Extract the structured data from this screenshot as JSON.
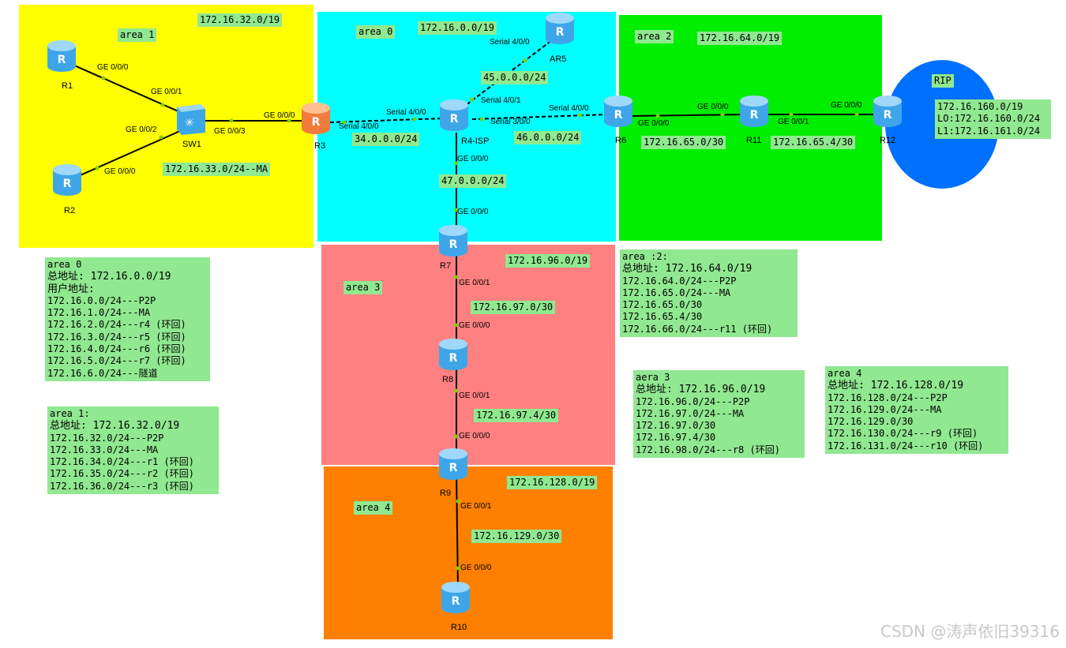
{
  "areas": {
    "area1": {
      "label": "area 1",
      "net": "172.16.32.0/19",
      "color": "#ffff00"
    },
    "area0": {
      "label": "area 0",
      "net": "172.16.0.0/19",
      "color": "#00ffff"
    },
    "area2": {
      "label": "area 2",
      "net": "172.16.64.0/19",
      "color": "#00ee00"
    },
    "area3": {
      "label": "area 3",
      "net": "172.16.96.0/19",
      "color": "#ff8080"
    },
    "area4": {
      "label": "area 4",
      "net": "172.16.128.0/19",
      "color": "#ff8000"
    },
    "rip": {
      "label": "RIP",
      "color": "#0070ff"
    }
  },
  "devices": {
    "r1": "R1",
    "r2": "R2",
    "sw1": "SW1",
    "r3": "R3",
    "ar5": "AR5",
    "r4": "R4-ISP",
    "r6": "R6",
    "r11": "R11",
    "r12": "R12",
    "r7": "R7",
    "r8": "R8",
    "r9": "R9",
    "r10": "R10"
  },
  "ports": {
    "r1_g000": "GE 0/0/0",
    "sw_g001": "GE 0/0/1",
    "sw_g002": "GE 0/0/2",
    "r2_g000": "GE 0/0/0",
    "sw_g003": "GE 0/0/3",
    "r3_g000": "GE 0/0/0",
    "r3_s400": "Serial 4/0/0",
    "r4_s400a": "Serial 4/0/0",
    "ar5_s400": "Serial 4/0/0",
    "r4_s401": "Serial 4/0/1",
    "r4_s300": "Serial 3/0/0",
    "r6_s400": "Serial 4/0/0",
    "r4_g000": "GE 0/0/0",
    "r7_g000": "GE 0/0/0",
    "r6_g000": "GE 0/0/0",
    "r11_g000": "GE 0/0/0",
    "r11_g001": "GE 0/0/1",
    "r12_g000": "GE 0/0/0",
    "r7_g001": "GE 0/0/1",
    "r8_g000": "GE 0/0/0",
    "r8_g001": "GE 0/0/1",
    "r9_g000": "GE 0/0/0",
    "r9_g001": "GE 0/0/1",
    "r10_g000": "GE 0/0/0"
  },
  "link_labels": {
    "ma33": "172.16.33.0/24--MA",
    "n34": "34.0.0.0/24",
    "n45": "45.0.0.0/24",
    "n46": "46.0.0.0/24",
    "n47": "47.0.0.0/24",
    "n65_0": "172.16.65.0/30",
    "n65_4": "172.16.65.4/30",
    "n97_0": "172.16.97.0/30",
    "n97_4": "172.16.97.4/30",
    "n129": "172.16.129.0/30"
  },
  "rip_info": [
    "172.16.160.0/19",
    "LO:172.16.160.0/24",
    "L1:172.16.161.0/24"
  ],
  "notes": {
    "area0": [
      "area 0",
      "总地址: 172.16.0.0/19",
      "用户地址:",
      "172.16.0.0/24---P2P",
      "172.16.1.0/24---MA",
      "172.16.2.0/24---r4 (环回)",
      "172.16.3.0/24---r5 (环回)",
      "172.16.4.0/24---r6 (环回)",
      "172.16.5.0/24---r7 (环回)",
      "172.16.6.0/24---隧道"
    ],
    "area1": [
      "area 1:",
      "总地址: 172.16.32.0/19",
      "172.16.32.0/24---P2P",
      "172.16.33.0/24---MA",
      "172.16.34.0/24---r1 (环回)",
      "172.16.35.0/24---r2 (环回)",
      "172.16.36.0/24---r3 (环回)"
    ],
    "area2": [
      "area :2:",
      "总地址: 172.16.64.0/19",
      "172.16.64.0/24---P2P",
      "172.16.65.0/24---MA",
      "172.16.65.0/30",
      "172.16.65.4/30",
      "172.16.66.0/24---r11 (环回)"
    ],
    "area3": [
      "aera 3",
      "总地址: 172.16.96.0/19",
      "172.16.96.0/24---P2P",
      "172.16.97.0/24---MA",
      "172.16.97.0/30",
      "172.16.97.4/30",
      "172.16.98.0/24---r8 (环回)"
    ],
    "area4": [
      "area 4",
      "总地址: 172.16.128.0/19",
      "172.16.128.0/24---P2P",
      "172.16.129.0/24---MA",
      "172.16.129.0/30",
      "172.16.130.0/24---r9 (环回)",
      "172.16.131.0/24---r10 (环回)"
    ]
  },
  "watermark": "CSDN @涛声依旧39316"
}
